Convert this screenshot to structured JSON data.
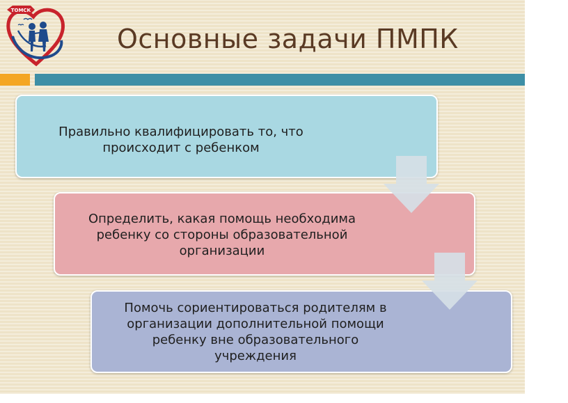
{
  "logo": {
    "text": "ТОМСК",
    "icon": "children-heart-logo-icon"
  },
  "title": "Основные задачи ПМПК",
  "colors": {
    "accent_bar": "#f4a623",
    "main_bar": "#3e8fa6",
    "box1": "#a9d8e2",
    "box2": "#e7a8ac",
    "box3": "#aab4d4",
    "arrow": "#d6e0e6",
    "title": "#5a3a24"
  },
  "tasks": [
    {
      "text": "Правильно квалифицировать то, что\nпроисходит с ребенком"
    },
    {
      "text": "Определить, какая помощь необходима\nребенку со стороны образовательной\nорганизации"
    },
    {
      "text": "Помочь сориентироваться родителям в\nорганизации дополнительной помощи\nребенку вне образовательного\nучреждения"
    }
  ]
}
